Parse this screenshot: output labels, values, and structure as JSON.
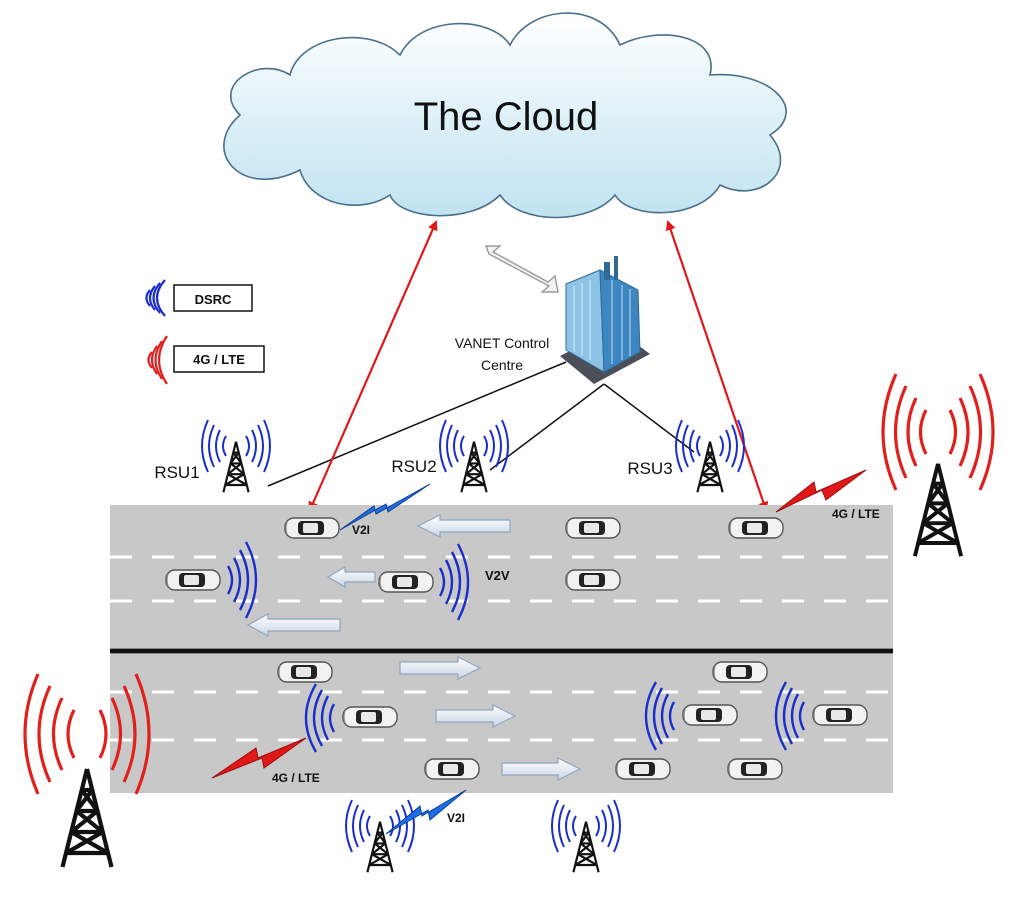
{
  "cloud": {
    "label": "The Cloud"
  },
  "legend": {
    "dsrc_label": "DSRC",
    "lte_label": "4G / LTE",
    "dsrc_color": "#1a2ecc",
    "lte_color": "#e0201c"
  },
  "control_centre": {
    "label_line1": "VANET Control",
    "label_line2": "Centre"
  },
  "rsus": [
    {
      "label": "RSU1"
    },
    {
      "label": "RSU2"
    },
    {
      "label": "RSU3"
    }
  ],
  "links": {
    "v2i_top": "V2I",
    "v2v": "V2V",
    "lte_top": "4G / LTE",
    "lte_bottom": "4G / LTE",
    "v2i_bottom": "V2I"
  },
  "colors": {
    "road": "#c8c8c8",
    "cloud_fill": "#c9e7f2",
    "cloud_stroke": "#4a6f8a",
    "arrow_red": "#e01818",
    "flow_arrow": "#dfe8f2"
  }
}
